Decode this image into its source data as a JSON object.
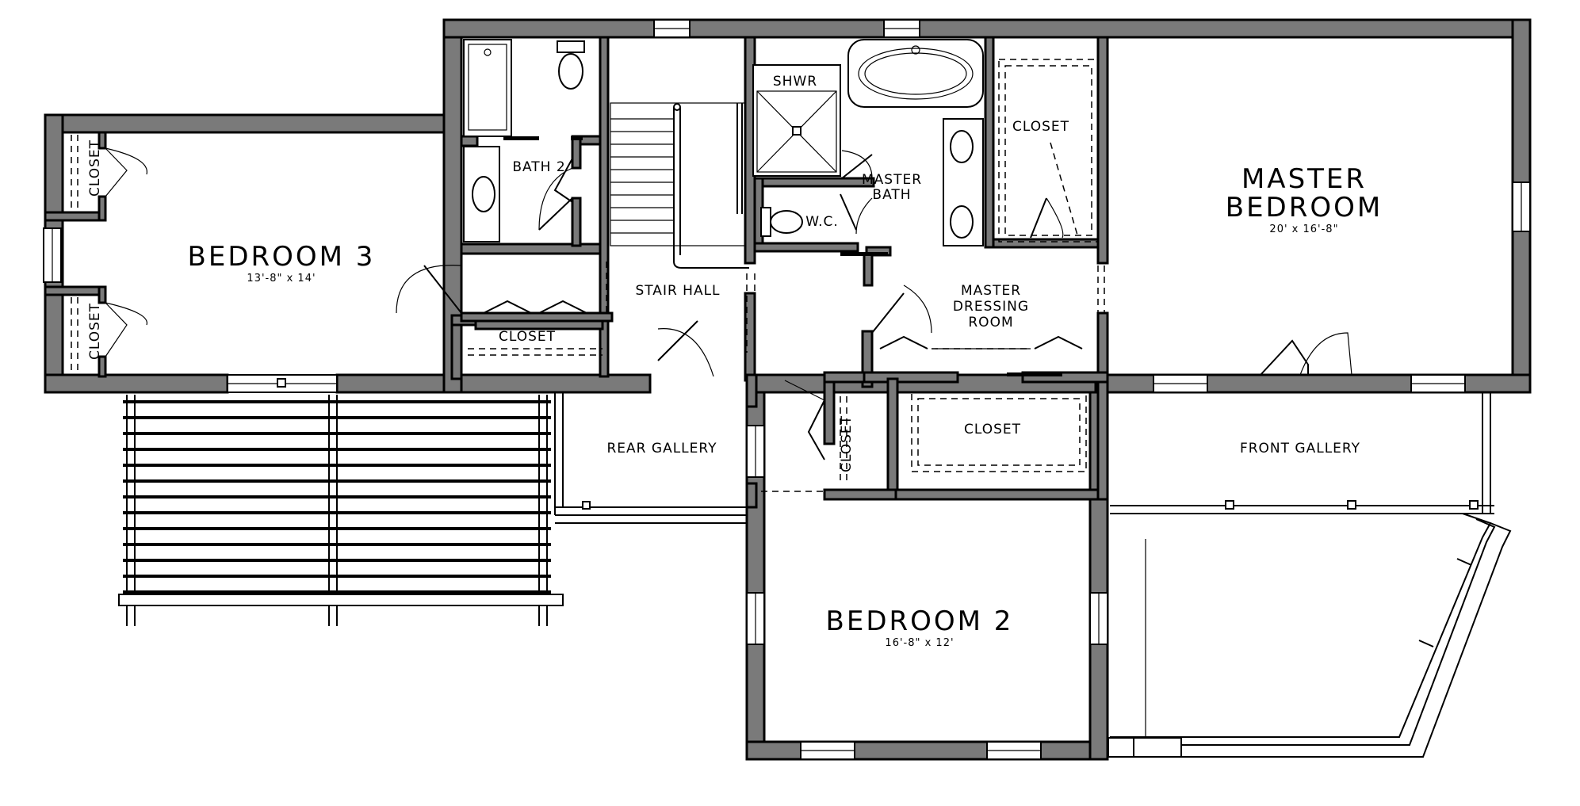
{
  "rooms": {
    "bedroom3": {
      "name": "BEDROOM 3",
      "size": "13'-8\" x 14'"
    },
    "bedroom2": {
      "name": "BEDROOM 2",
      "size": "16'-8\" x 12'"
    },
    "master_bedroom": {
      "name_line1": "MASTER",
      "name_line2": "BEDROOM",
      "size": "20' x 16'-8\""
    },
    "bath2": "BATH 2",
    "closet_bed3_top": "CLOSET",
    "closet_bed3_bottom": "CLOSET",
    "closet_bath2": "CLOSET",
    "stair_hall": "STAIR HALL",
    "shower": "SHWR",
    "wc": "W.C.",
    "master_bath_line1": "MASTER",
    "master_bath_line2": "BATH",
    "closet_master": "CLOSET",
    "dressing_line1": "MASTER",
    "dressing_line2": "DRESSING",
    "dressing_line3": "ROOM",
    "closet_hall": "CLOSET",
    "closet_center": "CLOSET",
    "rear_gallery": "REAR GALLERY",
    "front_gallery": "FRONT GALLERY"
  }
}
